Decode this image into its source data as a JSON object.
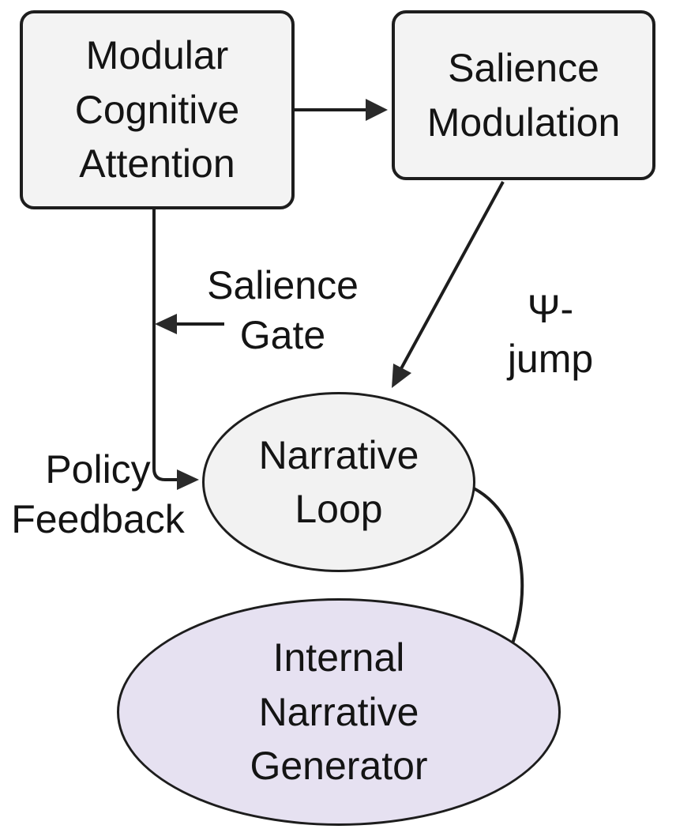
{
  "diagram": {
    "type": "flowchart",
    "background": "#ffffff",
    "colors": {
      "box_fill": "#f3f3f3",
      "ellipse_fill": "#f2f2f2",
      "highlight_ellipse_fill": "#e6e1f1",
      "stroke": "#1d1d1d",
      "text": "#141414"
    },
    "nodes": {
      "modular_cognitive_attention": {
        "label": "Modular\nCognitive\nAttention",
        "shape": "rounded-rectangle",
        "fill": "#f3f3f3"
      },
      "salience_modulation": {
        "label": "Salience\nModulation",
        "shape": "rounded-rectangle",
        "fill": "#f3f3f3"
      },
      "narrative_loop": {
        "label": "Narrative\nLoop",
        "shape": "ellipse",
        "fill": "#f2f2f2"
      },
      "internal_narrative_generator": {
        "label": "Internal\nNarrative\nGenerator",
        "shape": "ellipse",
        "fill": "#e6e1f1"
      }
    },
    "edges": [
      {
        "id": "mca-to-sm",
        "from": "modular_cognitive_attention",
        "to": "salience_modulation",
        "label": "",
        "style": "straight-arrow"
      },
      {
        "id": "mca-to-nl",
        "from": "modular_cognitive_attention",
        "to": "narrative_loop",
        "label": "Policy\nFeedback",
        "style": "elbow-arrow"
      },
      {
        "id": "gate-into-policy-line",
        "from": "salience_gate_label",
        "to": "mca-to-nl-line",
        "label": "Salience\nGate",
        "style": "short-left-arrow"
      },
      {
        "id": "sm-to-nl",
        "from": "salience_modulation",
        "to": "narrative_loop",
        "label": "Ψ-jump",
        "style": "straight-arrow"
      },
      {
        "id": "nl-to-ing",
        "from": "narrative_loop",
        "to": "internal_narrative_generator",
        "label": "",
        "style": "curved-arrow"
      }
    ]
  }
}
